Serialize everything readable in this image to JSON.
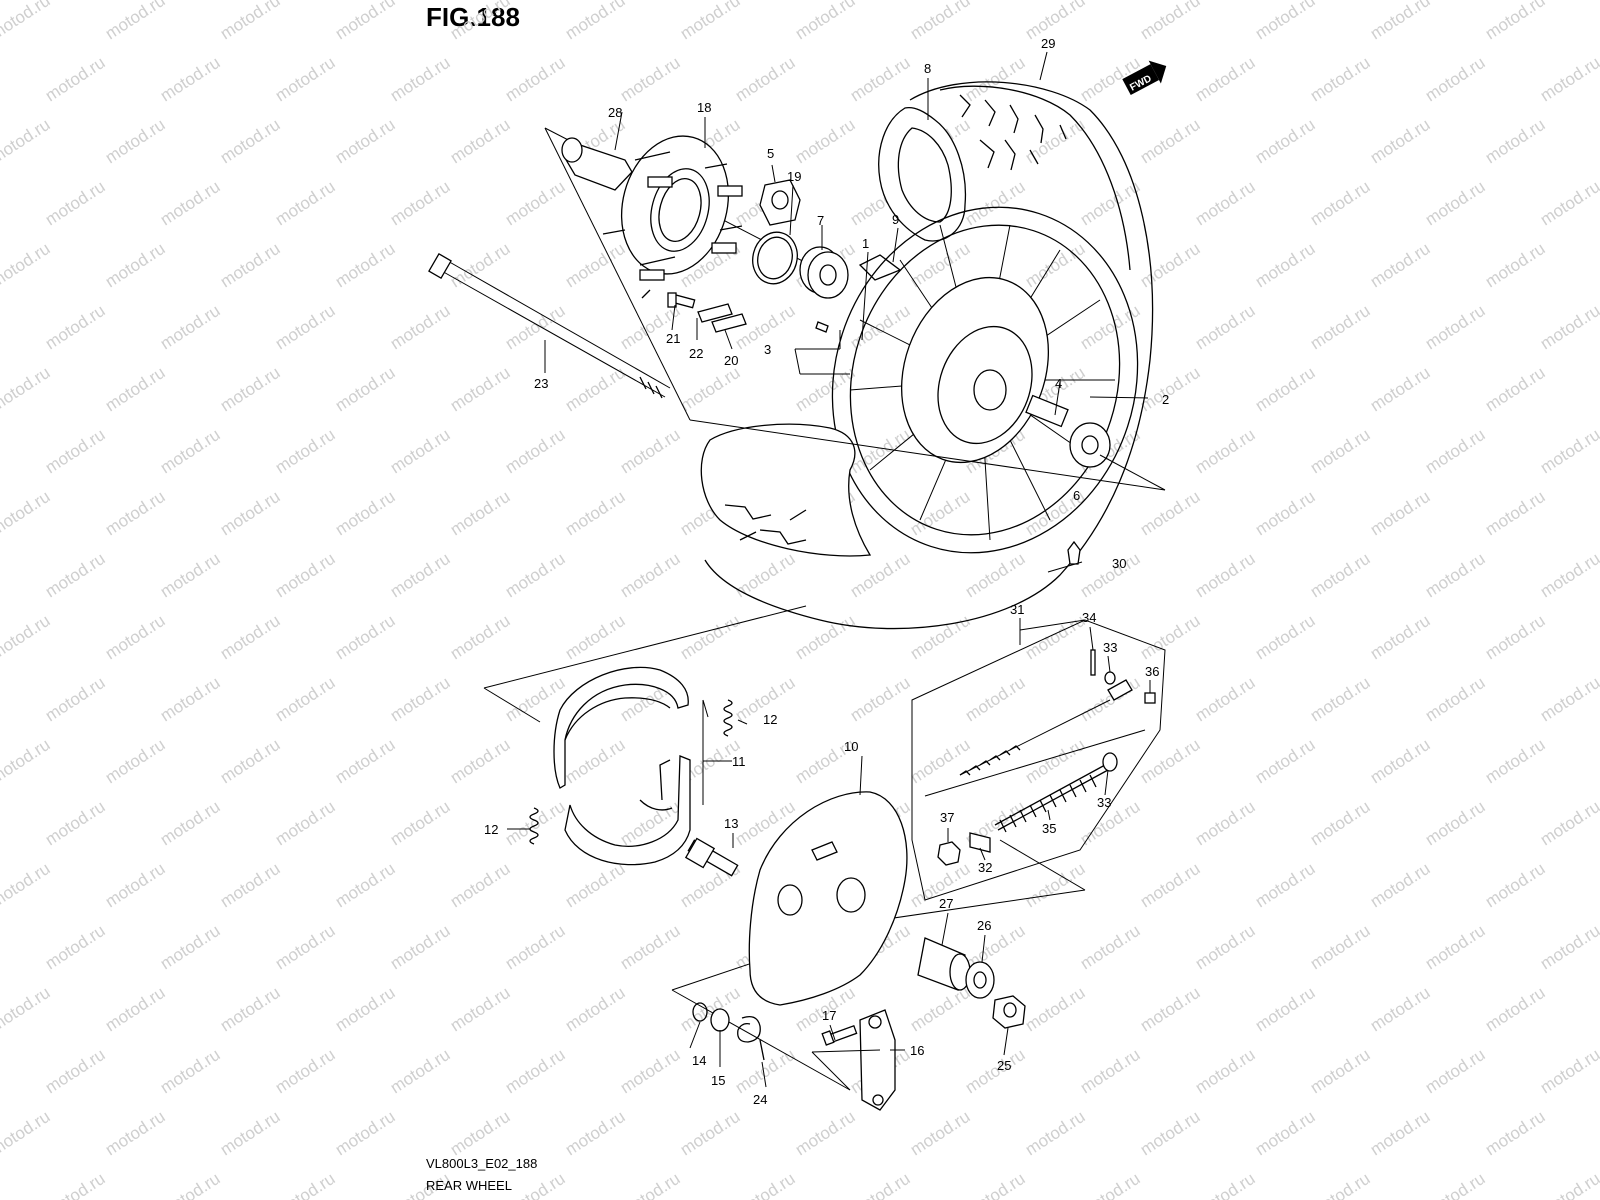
{
  "figure": {
    "title": "FIG.188",
    "code": "VL800L3_E02_188",
    "caption": "REAR WHEEL",
    "fwd_label": "FWD",
    "watermark": "motod.ru"
  },
  "callouts": [
    {
      "id": "1",
      "label": "1"
    },
    {
      "id": "2",
      "label": "2"
    },
    {
      "id": "3",
      "label": "3"
    },
    {
      "id": "4",
      "label": "4"
    },
    {
      "id": "5",
      "label": "5"
    },
    {
      "id": "6",
      "label": "6"
    },
    {
      "id": "7",
      "label": "7"
    },
    {
      "id": "8",
      "label": "8"
    },
    {
      "id": "9",
      "label": "9"
    },
    {
      "id": "10",
      "label": "10"
    },
    {
      "id": "11",
      "label": "11"
    },
    {
      "id": "12a",
      "label": "12"
    },
    {
      "id": "12b",
      "label": "12"
    },
    {
      "id": "13",
      "label": "13"
    },
    {
      "id": "14",
      "label": "14"
    },
    {
      "id": "15",
      "label": "15"
    },
    {
      "id": "16",
      "label": "16"
    },
    {
      "id": "17",
      "label": "17"
    },
    {
      "id": "18",
      "label": "18"
    },
    {
      "id": "19",
      "label": "19"
    },
    {
      "id": "20",
      "label": "20"
    },
    {
      "id": "21",
      "label": "21"
    },
    {
      "id": "22",
      "label": "22"
    },
    {
      "id": "23",
      "label": "23"
    },
    {
      "id": "24",
      "label": "24"
    },
    {
      "id": "25",
      "label": "25"
    },
    {
      "id": "26",
      "label": "26"
    },
    {
      "id": "27",
      "label": "27"
    },
    {
      "id": "28",
      "label": "28"
    },
    {
      "id": "29",
      "label": "29"
    },
    {
      "id": "30",
      "label": "30"
    },
    {
      "id": "31",
      "label": "31"
    },
    {
      "id": "32",
      "label": "32"
    },
    {
      "id": "33a",
      "label": "33"
    },
    {
      "id": "33b",
      "label": "33"
    },
    {
      "id": "34",
      "label": "34"
    },
    {
      "id": "35",
      "label": "35"
    },
    {
      "id": "36",
      "label": "36"
    },
    {
      "id": "37",
      "label": "37"
    }
  ]
}
